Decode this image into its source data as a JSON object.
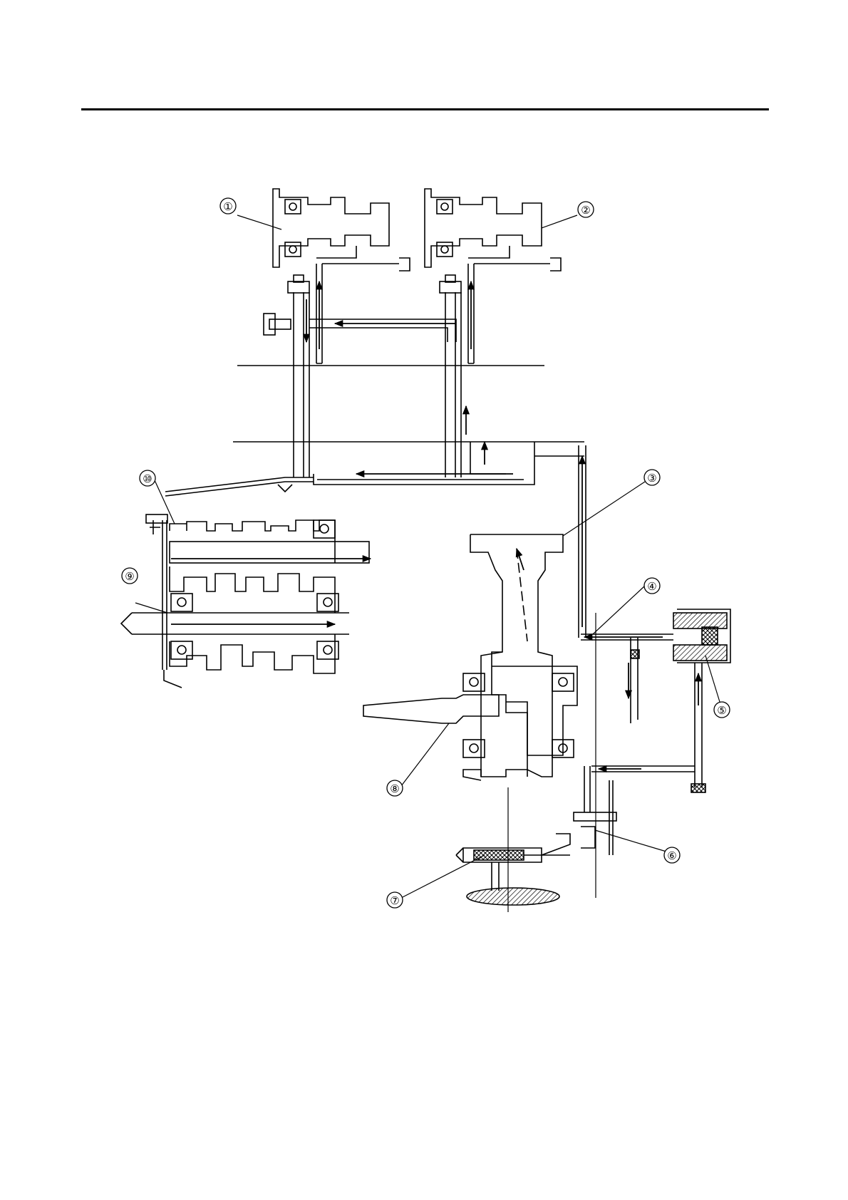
{
  "callouts": [
    {
      "id": "1",
      "label": "①"
    },
    {
      "id": "2",
      "label": "②"
    },
    {
      "id": "3",
      "label": "③"
    },
    {
      "id": "4",
      "label": "④"
    },
    {
      "id": "5",
      "label": "⑤"
    },
    {
      "id": "6",
      "label": "⑥"
    },
    {
      "id": "7",
      "label": "⑦"
    },
    {
      "id": "8",
      "label": "⑧"
    },
    {
      "id": "9",
      "label": "⑨"
    },
    {
      "id": "10",
      "label": "⑩"
    }
  ],
  "colors": {
    "line": "#000000",
    "paper": "#ffffff",
    "hatch": "#555555"
  }
}
